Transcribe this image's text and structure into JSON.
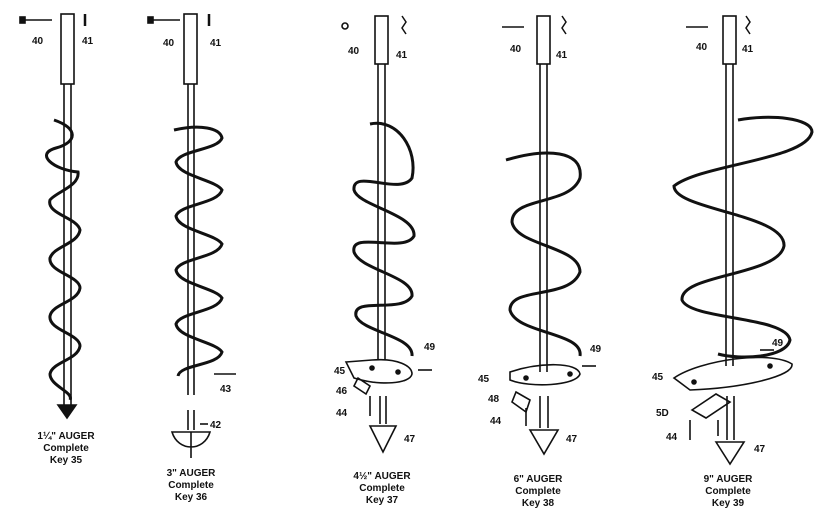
{
  "augers": [
    {
      "caption": [
        "1¼\" AUGER",
        "Complete",
        "Key 35"
      ],
      "callouts": [
        "40",
        "41"
      ]
    },
    {
      "caption": [
        "3\" AUGER",
        "Complete",
        "Key 36"
      ],
      "callouts": [
        "40",
        "41",
        "43",
        "42"
      ]
    },
    {
      "caption": [
        "4½\" AUGER",
        "Complete",
        "Key 37"
      ],
      "callouts": [
        "40",
        "41",
        "49",
        "45",
        "46",
        "44",
        "47"
      ]
    },
    {
      "caption": [
        "6\" AUGER",
        "Complete",
        "Key 38"
      ],
      "callouts": [
        "40",
        "41",
        "49",
        "45",
        "48",
        "44",
        "47"
      ]
    },
    {
      "caption": [
        "9\" AUGER",
        "Complete",
        "Key 39"
      ],
      "callouts": [
        "40",
        "41",
        "49",
        "45",
        "5D",
        "44",
        "47"
      ]
    }
  ],
  "colors": {
    "ink": "#111111",
    "paper": "#ffffff"
  }
}
